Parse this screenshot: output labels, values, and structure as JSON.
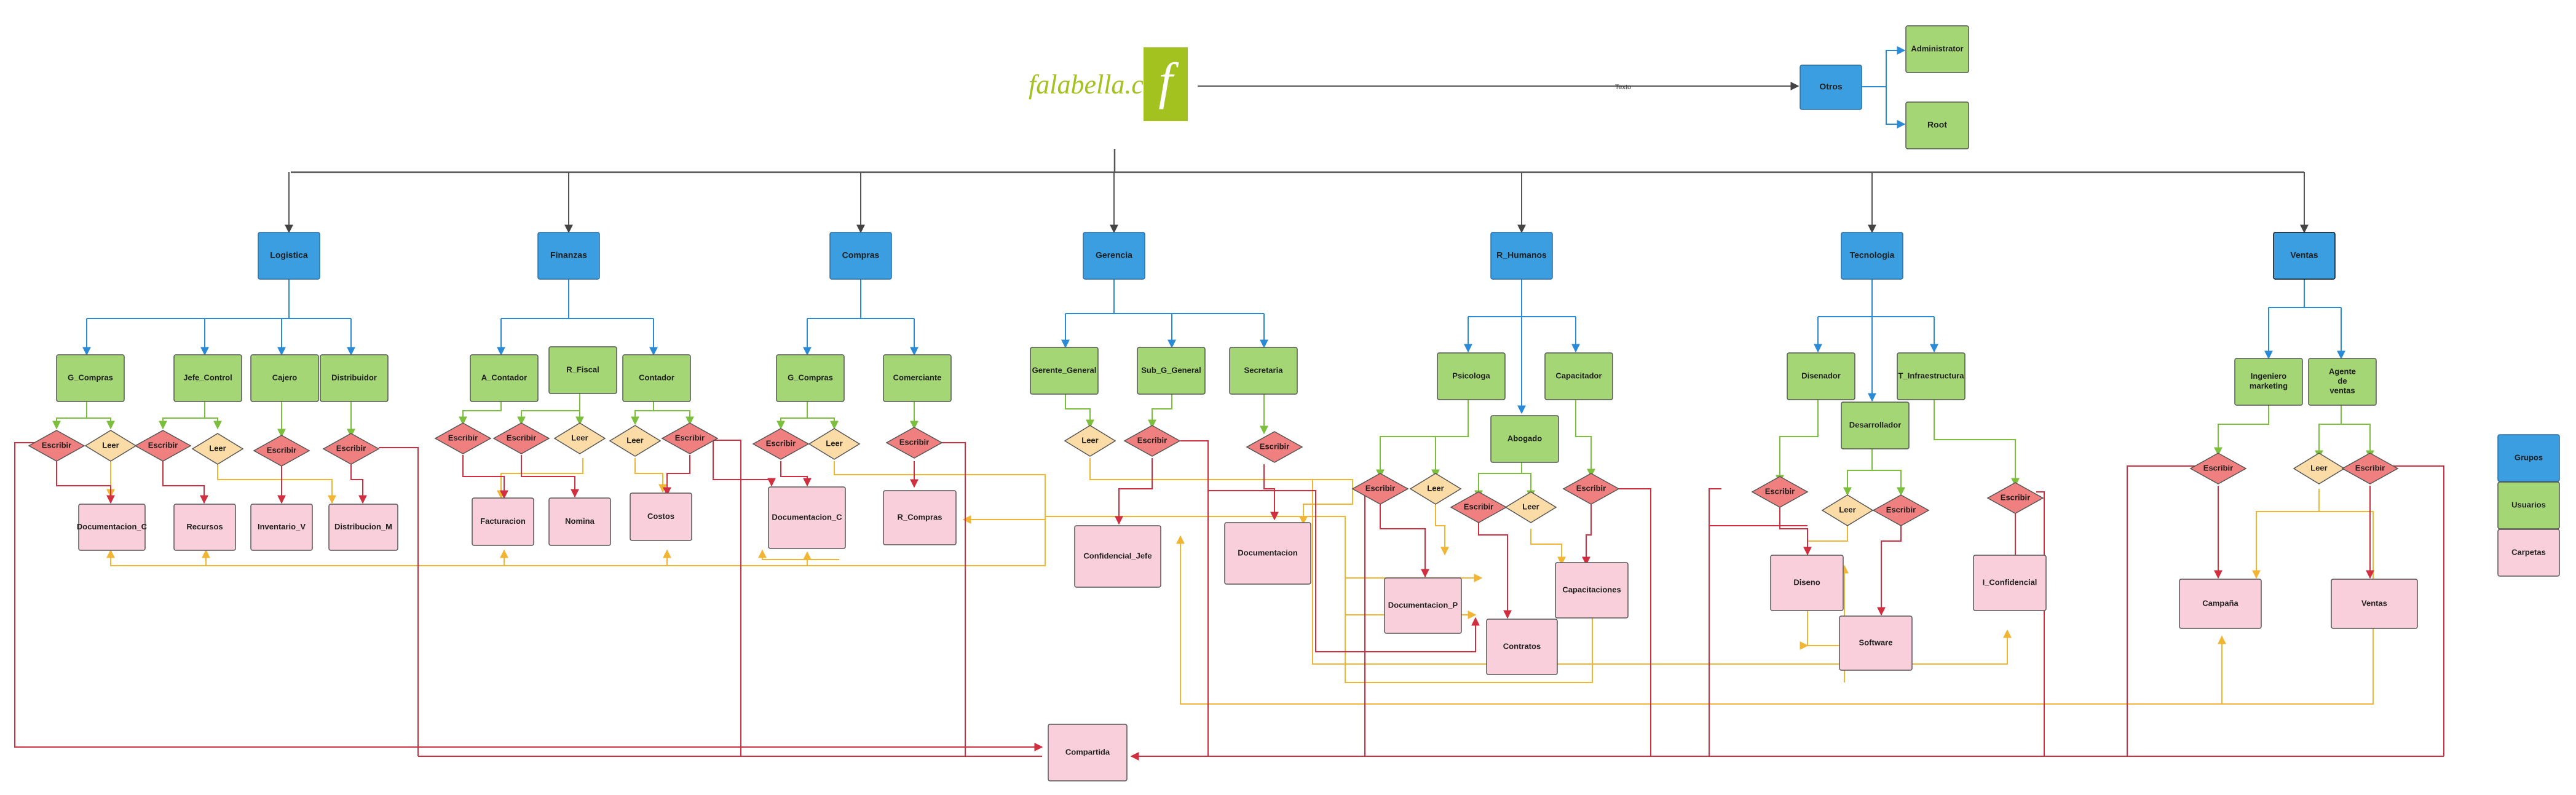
{
  "brand": {
    "logo_text": "falabella.com",
    "logo_glyph": "f"
  },
  "colors": {
    "group": "#3a9ee0",
    "user": "#a4d675",
    "folder": "#f9cfdc",
    "write": "#f07f7f",
    "read": "#fbdca6",
    "line_group": "#2b8ad6",
    "line_user": "#7bbf3d",
    "line_write": "#cf2f3f",
    "line_read": "#f2b533",
    "line_top": "#555555"
  },
  "top": {
    "otros": "Otros",
    "edge_label": "Texto",
    "administrator": "Administrator",
    "root": "Root"
  },
  "groups": [
    "Logistica",
    "Finanzas",
    "Compras",
    "Gerencia",
    "R_Humanos",
    "Tecnologia",
    "Ventas"
  ],
  "users": {
    "logistica": [
      "G_Compras",
      "Jefe_Control",
      "Cajero",
      "Distribuidor"
    ],
    "finanzas": [
      "A_Contador",
      "R_Fiscal",
      "Contador"
    ],
    "compras": [
      "G_Compras",
      "Comerciante"
    ],
    "gerencia": [
      "Gerente_General",
      "Sub_G_General",
      "Secretaria"
    ],
    "rhumanos": [
      "Psicologa",
      "Capacitador",
      "Abogado"
    ],
    "tecnologia": [
      "Disenador",
      "T_Infraestructura",
      "Desarrollador"
    ],
    "ventas": [
      "Ingeniero marketing",
      "Agente de ventas"
    ]
  },
  "folders": {
    "logistica": [
      "Documentacion_C",
      "Recursos",
      "Inventario_V",
      "Distribucion_M"
    ],
    "finanzas": [
      "Facturacion",
      "Nomina",
      "Costos"
    ],
    "compras": [
      "Documentacion_C",
      "R_Compras"
    ],
    "gerencia": [
      "Confidencial_Jefe",
      "Documentacion"
    ],
    "rhumanos": [
      "Documentacion_P",
      "Capacitaciones",
      "Contratos"
    ],
    "tecnologia": [
      "Diseno",
      "I_Confidencial",
      "Software"
    ],
    "ventas": [
      "Campaña",
      "Ventas"
    ],
    "shared": "Compartida"
  },
  "permissions": {
    "write": "Escribir",
    "read": "Leer"
  },
  "legend": [
    "Grupos",
    "Usuarios",
    "Carpetas"
  ]
}
